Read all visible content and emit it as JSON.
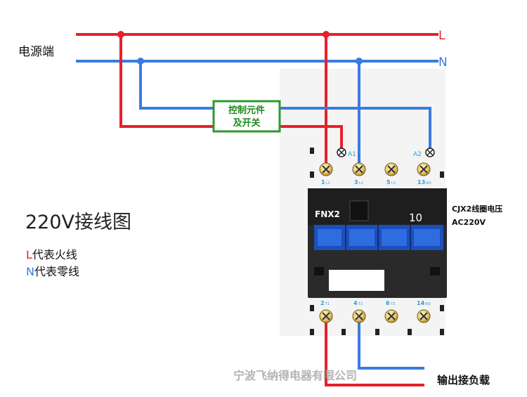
{
  "labels": {
    "power_source": "电源端",
    "line_L": "L",
    "line_N": "N",
    "control_box_line1": "控制元件",
    "control_box_line2": "及开关",
    "coil_a1": "A1",
    "coil_a2": "A2",
    "top_terminals": [
      {
        "num": "1",
        "sub": "L1"
      },
      {
        "num": "3",
        "sub": "L2"
      },
      {
        "num": "5",
        "sub": "L3"
      },
      {
        "num": "13",
        "sub": "NO"
      }
    ],
    "bottom_terminals": [
      {
        "num": "2",
        "sub": "T1"
      },
      {
        "num": "4",
        "sub": "T2"
      },
      {
        "num": "6",
        "sub": "T3"
      },
      {
        "num": "14",
        "sub": "NO"
      }
    ],
    "model": "FNX2",
    "rating": "10",
    "coil_voltage_title": "CJX2线圈电压",
    "coil_voltage_value": "AC220V",
    "diagram_title": "220V接线图",
    "legend_L_letter": "L",
    "legend_L_text": "代表火线",
    "legend_N_letter": "N",
    "legend_N_text": "代表零线",
    "output_load": "输出接负载",
    "watermark": "宁波飞纳得电器有限公司"
  },
  "colors": {
    "live": "#e8202a",
    "neutral": "#3a7be0",
    "control_border": "#2e9a2e",
    "control_text": "#1f8a1f",
    "contactor_body": "#2a2a2a",
    "contactor_blue": "#1d4fb8",
    "terminal_gold": "#e8c96a",
    "terminal_label": "#2a9fd8"
  }
}
